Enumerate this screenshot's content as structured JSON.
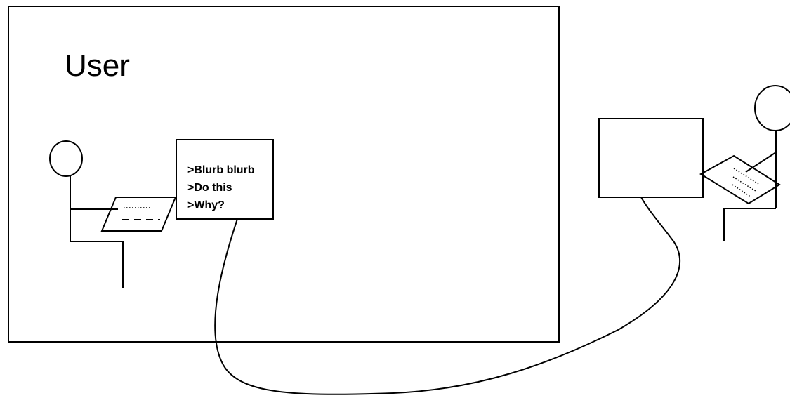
{
  "user_area": {
    "title": "User"
  },
  "user_terminal": {
    "lines": [
      ">Blurb blurb",
      ">Do this",
      ">Why?"
    ]
  },
  "colors": {
    "stroke": "#000000",
    "background": "#ffffff"
  }
}
